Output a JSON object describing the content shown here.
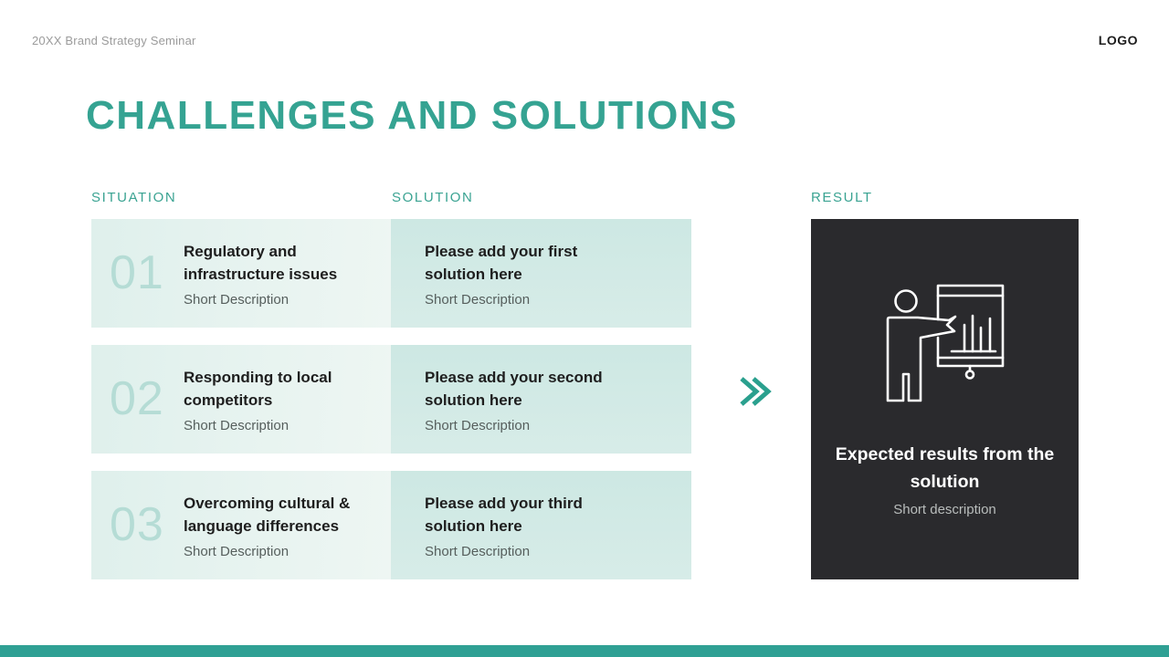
{
  "slide": {
    "eyebrow": "20XX Brand Strategy Seminar",
    "logo": "LOGO",
    "title": "CHALLENGES AND SOLUTIONS"
  },
  "columns": {
    "situation": "SITUATION",
    "solution": "SOLUTION",
    "result": "RESULT"
  },
  "rows": [
    {
      "number": "01",
      "situation": {
        "title": "Regulatory and infrastructure issues",
        "desc": "Short Description"
      },
      "solution": {
        "title": "Please add your first solution here",
        "desc": "Short Description"
      }
    },
    {
      "number": "02",
      "situation": {
        "title": "Responding to local competitors",
        "desc": "Short Description"
      },
      "solution": {
        "title": "Please add your second solution here",
        "desc": "Short Description"
      }
    },
    {
      "number": "03",
      "situation": {
        "title": "Overcoming cultural & language differences",
        "desc": "Short Description"
      },
      "solution": {
        "title": "Please add your third solution here",
        "desc": "Short Description"
      }
    }
  ],
  "result": {
    "title": "Expected results from the solution",
    "desc": "Short description",
    "icon": "presenter-chart-icon"
  },
  "icons": {
    "arrow": "double-chevron-right-icon"
  },
  "colors": {
    "accent": "#35a392",
    "column_label": "#3aa392",
    "situation_bg_from": "#dff0ec",
    "situation_bg_to": "#eef6f3",
    "solution_bg": "#cfe9e4",
    "number": "#b5dcd5",
    "result_bg": "#2a2a2d",
    "footer_bar": "#2fa094",
    "chevron": "#2aa08e"
  }
}
